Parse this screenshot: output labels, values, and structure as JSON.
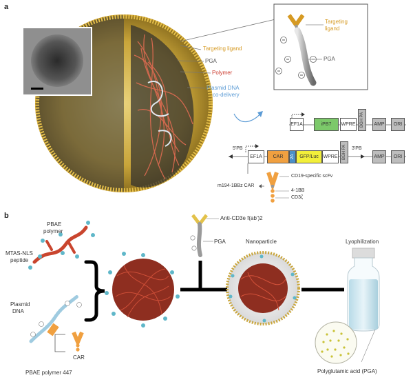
{
  "panel_a": {
    "letter": "a",
    "labels": {
      "targeting_ligand": "Targeting ligand",
      "pga": "PGA",
      "polymer": "Polymer",
      "plasmid_line1": "Plasmid DNA",
      "plasmid_line2": "co-delivery"
    },
    "inset": {
      "targeting_line1": "Targeting",
      "targeting_line2": "ligand",
      "pga": "PGA"
    },
    "construct1": {
      "segments": [
        "EF1A",
        "iPB7",
        "WPRE",
        "BGH PA",
        "AMP",
        "ORI"
      ]
    },
    "construct2": {
      "left_pb": "5'PB",
      "right_pb": "3'PB",
      "segments": [
        "EF1A",
        "CAR",
        "2A",
        "GFP/Luc",
        "WPRE",
        "BGH PA",
        "AMP",
        "ORI"
      ]
    },
    "car": {
      "name": "m194-1BBz CAR",
      "scfv": "CD19-specific scFv",
      "bb": "4-1BB",
      "cd3": "CD3ζ"
    }
  },
  "panel_b": {
    "letter": "b",
    "pbae_line1": "PBAE",
    "pbae_line2": "polymer",
    "mtas_line1": "MTAS-NLS",
    "mtas_line2": "peptide",
    "plasmid_line1": "Plasmid",
    "plasmid_line2": "DNA",
    "car": "CAR",
    "anti_cd3": "Anti-CD3e f(ab')2",
    "pga": "PGA",
    "nanoparticle": "Nanoparticle",
    "lyophilization": "Lyophilization",
    "pbae447": "PBAE polymer 447",
    "pga_full": "Polyglutamic acid (PGA)"
  },
  "colors": {
    "gold": "#d69a23",
    "red": "#cc3b2e",
    "blue": "#5b9bd5",
    "green": "#7cc96a",
    "orange": "#f0a040",
    "yellow": "#f2ef3a",
    "teal": "#5fb7c9"
  }
}
